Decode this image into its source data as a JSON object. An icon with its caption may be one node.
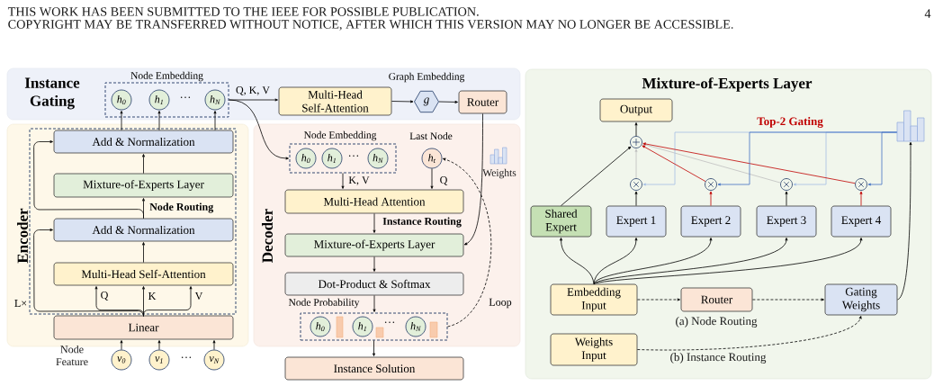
{
  "diagram": {
    "nodes": [
      {
        "text": [
          "Instance Gating"
        ]
      },
      {
        "text": [
          "Node Embedding"
        ],
        "in": 0
      },
      {
        "text": [
          "h$_{0}$"
        ],
        "in": 1
      },
      {
        "text": [
          "h$_{1}$"
        ],
        "in": 1
      },
      {
        "text": [
          "h$_{N}$"
        ],
        "in": 1
      },
      {
        "text": [
          "Multi-Head Self-Attention"
        ],
        "in": 0
      },
      {
        "text": [
          "g"
        ],
        "beside": [
          "Graph Embedding"
        ],
        "in": 0
      },
      {
        "text": [
          "Router"
        ],
        "in": 0
      },
      {
        "text": [
          "Encoder"
        ]
      },
      {
        "text": [
          "L×"
        ],
        "in": 8
      },
      {
        "text": [
          "Add & Normalization"
        ],
        "in": 9
      },
      {
        "text": [
          "Mixture-of-Experts Layer"
        ],
        "in": 9
      },
      {
        "text": [
          "Add & Normalization"
        ],
        "in": 9
      },
      {
        "text": [
          "Multi-Head Self-Attention"
        ],
        "in": 9
      },
      {
        "text": [
          "Linear"
        ],
        "in": 8
      },
      {
        "text": [
          "v$_{0}$"
        ]
      },
      {
        "text": [
          "v$_{1}$"
        ]
      },
      {
        "text": [
          "v$_{N}$"
        ]
      },
      {
        "text": [
          "Decoder"
        ]
      },
      {
        "text": [
          "Node Embedding"
        ],
        "in": 18
      },
      {
        "text": [
          "h$_{0}$"
        ],
        "in": 19
      },
      {
        "text": [
          "h$_{1}$"
        ],
        "in": 19
      },
      {
        "text": [
          "h$_{N}$"
        ],
        "in": 19
      },
      {
        "text": [
          "h$_{t}$"
        ],
        "beside": [
          "Last Node"
        ],
        "in": 18
      },
      {
        "text": [
          "Multi-Head Attention"
        ],
        "in": 18
      },
      {
        "text": [
          "Mixture-of-Experts Layer"
        ],
        "in": 18
      },
      {
        "text": [
          "Dot-Product & Softmax"
        ],
        "in": 18
      },
      {
        "text": [
          "Node Probability"
        ],
        "in": 18
      },
      {
        "text": [
          "h$_{0}$"
        ],
        "in": 27
      },
      {
        "text": [
          "h$_{1}$"
        ],
        "in": 27
      },
      {
        "text": [
          "h$_{N}$"
        ],
        "in": 27
      },
      {
        "text": [
          "Instance Solution"
        ]
      },
      {
        "text": [
          "Mixture-of-Experts Layer"
        ]
      },
      {
        "text": [
          "Output"
        ],
        "in": 32
      },
      {
        "text": [],
        "shape": "circle",
        "in": 32
      },
      {
        "text": [],
        "shape": "circle",
        "in": 32
      },
      {
        "text": [],
        "shape": "circle",
        "in": 32
      },
      {
        "text": [],
        "shape": "circle",
        "in": 32
      },
      {
        "text": [],
        "shape": "circle",
        "in": 32
      },
      {
        "text": [
          "Shared Expert"
        ],
        "in": 32
      },
      {
        "text": [
          "Expert 1"
        ],
        "in": 32
      },
      {
        "text": [
          "Expert 2"
        ],
        "in": 32
      },
      {
        "text": [
          "Expert 3"
        ],
        "in": 32
      },
      {
        "text": [
          "Expert 4"
        ],
        "in": 32
      },
      {
        "text": [],
        "shape": "picture",
        "in": 32
      },
      {
        "text": [
          "Embedding Input"
        ],
        "in": 32
      },
      {
        "text": [
          "Router"
        ],
        "in": 32
      },
      {
        "text": [
          "Gating Weights"
        ],
        "in": 32
      },
      {
        "text": [
          "Weights Input"
        ],
        "in": 32
      }
    ],
    "edges": [
      {
        "from": 1,
        "to": 5,
        "arrow": "to",
        "label": "Q, K, V"
      },
      {
        "from": 1,
        "to": 19,
        "arrow": "to"
      },
      {
        "from": 5,
        "to": 6,
        "arrow": "to"
      },
      {
        "from": 6,
        "to": 7,
        "arrow": "to"
      },
      {
        "from": 7,
        "to": 25,
        "arrow": "to"
      },
      {
        "from": 15,
        "to": 14,
        "arrow": "to"
      },
      {
        "from": 16,
        "to": 14,
        "arrow": "to"
      },
      {
        "from": 17,
        "to": 14,
        "arrow": "to"
      },
      {
        "from": 14,
        "to": 13,
        "arrow": "to",
        "label": "Q"
      },
      {
        "from": 14,
        "to": 13,
        "arrow": "to",
        "label": "K"
      },
      {
        "from": 14,
        "to": 13,
        "arrow": "to",
        "label": "V"
      },
      {
        "from": 14,
        "to": 12,
        "arrow": "to"
      },
      {
        "from": 13,
        "to": 12,
        "arrow": "to"
      },
      {
        "from": 12,
        "to": 11,
        "arrow": "to",
        "label": "Node Routing"
      },
      {
        "from": 12,
        "to": 10,
        "arrow": "to"
      },
      {
        "from": 11,
        "to": 10,
        "arrow": "to"
      },
      {
        "from": 10,
        "to": 2,
        "arrow": "to"
      },
      {
        "from": 10,
        "to": 3,
        "arrow": "to"
      },
      {
        "from": 10,
        "to": 4,
        "arrow": "to"
      },
      {
        "from": 19,
        "to": 24,
        "arrow": "to",
        "label": "K, V"
      },
      {
        "from": 23,
        "to": 24,
        "arrow": "to",
        "label": "Q"
      },
      {
        "from": 24,
        "to": 25,
        "arrow": "to",
        "label": "Instance Routing"
      },
      {
        "from": 25,
        "to": 26,
        "arrow": "to"
      },
      {
        "from": 26,
        "to": 27,
        "arrow": "to"
      },
      {
        "from": 27,
        "to": 31,
        "arrow": "to"
      },
      {
        "from": 27,
        "to": 23,
        "arrow": "to",
        "label": "Loop",
        "style": "dashed"
      },
      {
        "from": 34,
        "to": 33,
        "arrow": "to"
      },
      {
        "from": 39,
        "to": 34,
        "arrow": "to"
      },
      {
        "from": 35,
        "to": 34,
        "arrow": "to",
        "color": "#bfbfbf"
      },
      {
        "from": 36,
        "to": 34,
        "arrow": "to",
        "color": "#c00000"
      },
      {
        "from": 37,
        "to": 34,
        "arrow": "to",
        "color": "#bfbfbf"
      },
      {
        "from": 38,
        "to": 34,
        "arrow": "to",
        "color": "#c00000"
      },
      {
        "from": 40,
        "to": 35,
        "arrow": "to"
      },
      {
        "from": 41,
        "to": 36,
        "arrow": "to",
        "color": "#c00000"
      },
      {
        "from": 42,
        "to": 37,
        "arrow": "to"
      },
      {
        "from": 43,
        "to": 38,
        "arrow": "to",
        "color": "#c00000"
      },
      {
        "from": 44,
        "to": 35,
        "arrow": "to",
        "color": "#a6bfe4"
      },
      {
        "from": 44,
        "to": 36,
        "arrow": "to",
        "color": "#4472c4"
      },
      {
        "from": 44,
        "to": 37,
        "arrow": "to",
        "color": "#a6bfe4"
      },
      {
        "from": 44,
        "to": 38,
        "arrow": "to",
        "color": "#4472c4"
      },
      {
        "from": 45,
        "to": 39,
        "arrow": "to"
      },
      {
        "from": 45,
        "to": 40,
        "arrow": "to"
      },
      {
        "from": 45,
        "to": 41,
        "arrow": "to"
      },
      {
        "from": 45,
        "to": 42,
        "arrow": "to"
      },
      {
        "from": 45,
        "to": 43,
        "arrow": "to"
      },
      {
        "from": 45,
        "to": 46,
        "arrow": "to",
        "style": "dashed"
      },
      {
        "from": 46,
        "to": 47,
        "arrow": "to",
        "style": "dashed"
      },
      {
        "from": 48,
        "to": 47,
        "arrow": "to",
        "style": "dashed"
      },
      {
        "from": 47,
        "to": 44,
        "arrow": "to"
      }
    ],
    "labels": [
      "THIS WORK HAS BEEN SUBMITTED TO THE IEEE FOR POSSIBLE PUBLICATION.",
      "COPYRIGHT MAY BE TRANSFERRED WITHOUT NOTICE, AFTER WHICH THIS VERSION MAY NO LONGER BE ACCESSIBLE.",
      "4",
      "···",
      "···",
      "Weights",
      "···",
      "Node Feature",
      "···",
      "Top-2 Gating",
      "(a) Node Routing",
      "(b) Instance Routing"
    ]
  }
}
